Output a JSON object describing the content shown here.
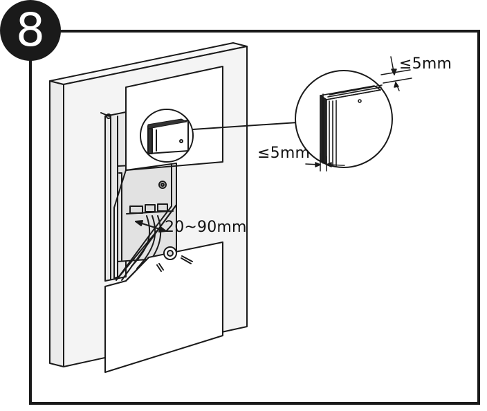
{
  "step": {
    "number": "8"
  },
  "labels": {
    "distance_range": "20~90mm",
    "top_clearance": "≤5mm",
    "side_clearance": "≤5mm"
  },
  "colors": {
    "line": "#1a1a1a",
    "fill": "#f2f2f2",
    "background": "#ffffff"
  }
}
